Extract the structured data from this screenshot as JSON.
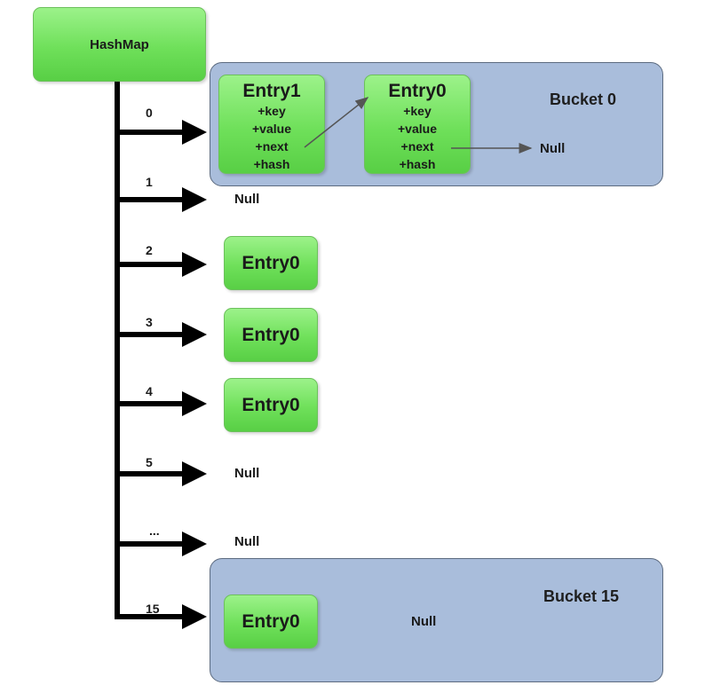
{
  "hashmap": {
    "label": "HashMap"
  },
  "buckets": {
    "bucket_0": {
      "label": "Bucket 0"
    },
    "bucket_15": {
      "label": "Bucket 15"
    }
  },
  "indices": [
    "0",
    "1",
    "2",
    "3",
    "4",
    "5",
    "...",
    "15"
  ],
  "entries": {
    "entry1": {
      "title": "Entry1",
      "fields": [
        "+key",
        "+value",
        "+next",
        "+hash"
      ]
    },
    "entry0_bucket0": {
      "title": "Entry0",
      "fields": [
        "+key",
        "+value",
        "+next",
        "+hash"
      ]
    },
    "entry0_row2": {
      "title": "Entry0"
    },
    "entry0_row3": {
      "title": "Entry0"
    },
    "entry0_row4": {
      "title": "Entry0"
    },
    "entry0_bucket15": {
      "title": "Entry0"
    }
  },
  "nulls": {
    "bucket0_next": "Null",
    "row1": "Null",
    "row5": "Null",
    "row_ellipsis": "Null",
    "bucket15_next": "Null"
  },
  "colors": {
    "entry_green": "#6fe05a",
    "bucket_blue": "#a9bddb",
    "arrow_black": "#000000"
  }
}
